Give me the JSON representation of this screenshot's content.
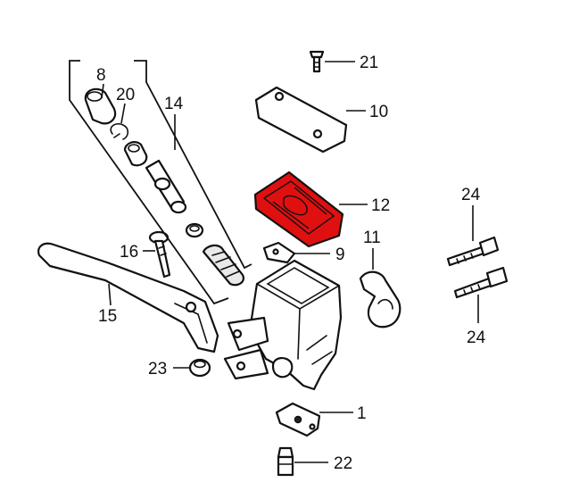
{
  "highlight_color": "#e01010",
  "highlighted_part": "12",
  "callouts": {
    "p1": "1",
    "p8": "8",
    "p9": "9",
    "p10": "10",
    "p11": "11",
    "p12": "12",
    "p14": "14",
    "p15": "15",
    "p16": "16",
    "p20": "20",
    "p21": "21",
    "p22": "22",
    "p23": "23",
    "p24a": "24",
    "p24b": "24"
  }
}
